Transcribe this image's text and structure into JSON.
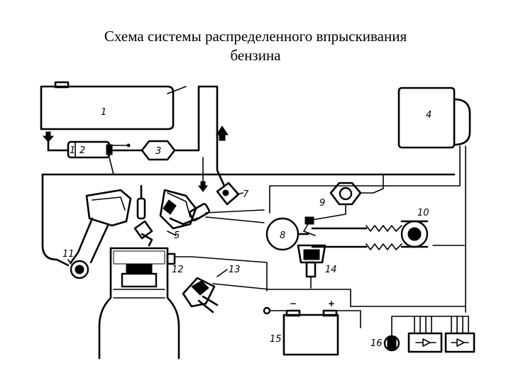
{
  "title": {
    "line1": "Схема системы распределенного впрыскивания",
    "line2": "бензина"
  },
  "labels": {
    "l1": "1",
    "l1b": "1",
    "l2": "2",
    "l3": "3",
    "l4": "4",
    "l5": "5",
    "l7": "7",
    "l8": "8",
    "l9": "9",
    "l10": "10",
    "l11": "11",
    "l12": "12",
    "l13": "13",
    "l14": "14",
    "l15": "15",
    "l16": "16",
    "plus": "+",
    "minus": "−"
  },
  "icons": [
    "arrow-down-icon",
    "arrow-up-icon",
    "ground-terminal-icon",
    "relay-icon"
  ]
}
